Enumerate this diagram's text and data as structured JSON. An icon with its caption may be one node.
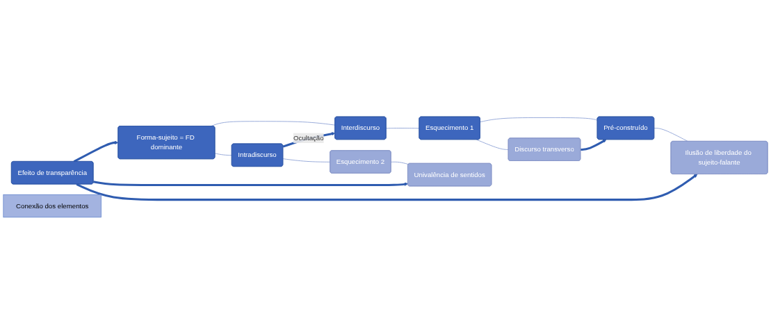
{
  "diagram": {
    "nodes": [
      {
        "text": [
          "Forma-sujeito = FD dominante"
        ]
      },
      {
        "text": [
          "Interdiscurso"
        ]
      },
      {
        "text": [
          "Intradiscurso"
        ]
      },
      {
        "text": [
          "Esquecimento 1"
        ]
      },
      {
        "text": [
          "Esquecimento 2"
        ]
      },
      {
        "text": [
          "Pré-construído"
        ]
      },
      {
        "text": [
          "Discurso transverso"
        ]
      },
      {
        "text": [
          "Univalência de sentidos"
        ]
      },
      {
        "text": [
          "Ilusão de liberdade do sujeito-falante"
        ]
      },
      {
        "text": [
          "Efeito de transparência"
        ]
      },
      {
        "text": [
          "Conexão dos elementos"
        ]
      }
    ],
    "edges": [
      {
        "from": 0,
        "to": 1,
        "arrow": "none"
      },
      {
        "from": 0,
        "to": 2,
        "arrow": "none"
      },
      {
        "from": 1,
        "to": 3,
        "arrow": "none"
      },
      {
        "from": 2,
        "to": 4,
        "arrow": "none"
      },
      {
        "from": 3,
        "to": 5,
        "arrow": "none"
      },
      {
        "from": 3,
        "to": 6,
        "arrow": "none"
      },
      {
        "from": 4,
        "to": 7,
        "arrow": "none"
      },
      {
        "from": 5,
        "to": 8,
        "arrow": "none"
      },
      {
        "from": 9,
        "to": 0,
        "arrow": "to",
        "style": "thick",
        "color": "#2f5cb0"
      },
      {
        "from": 2,
        "to": 1,
        "arrow": "to",
        "label": "Ocultação",
        "style": "thick",
        "color": "#2f5cb0"
      },
      {
        "from": 6,
        "to": 5,
        "arrow": "to",
        "style": "thick",
        "color": "#2f5cb0"
      },
      {
        "from": 9,
        "to": 7,
        "arrow": "to",
        "style": "thick",
        "color": "#2f5cb0"
      },
      {
        "from": 9,
        "to": 8,
        "arrow": "to",
        "style": "thick",
        "color": "#2f5cb0"
      }
    ]
  }
}
